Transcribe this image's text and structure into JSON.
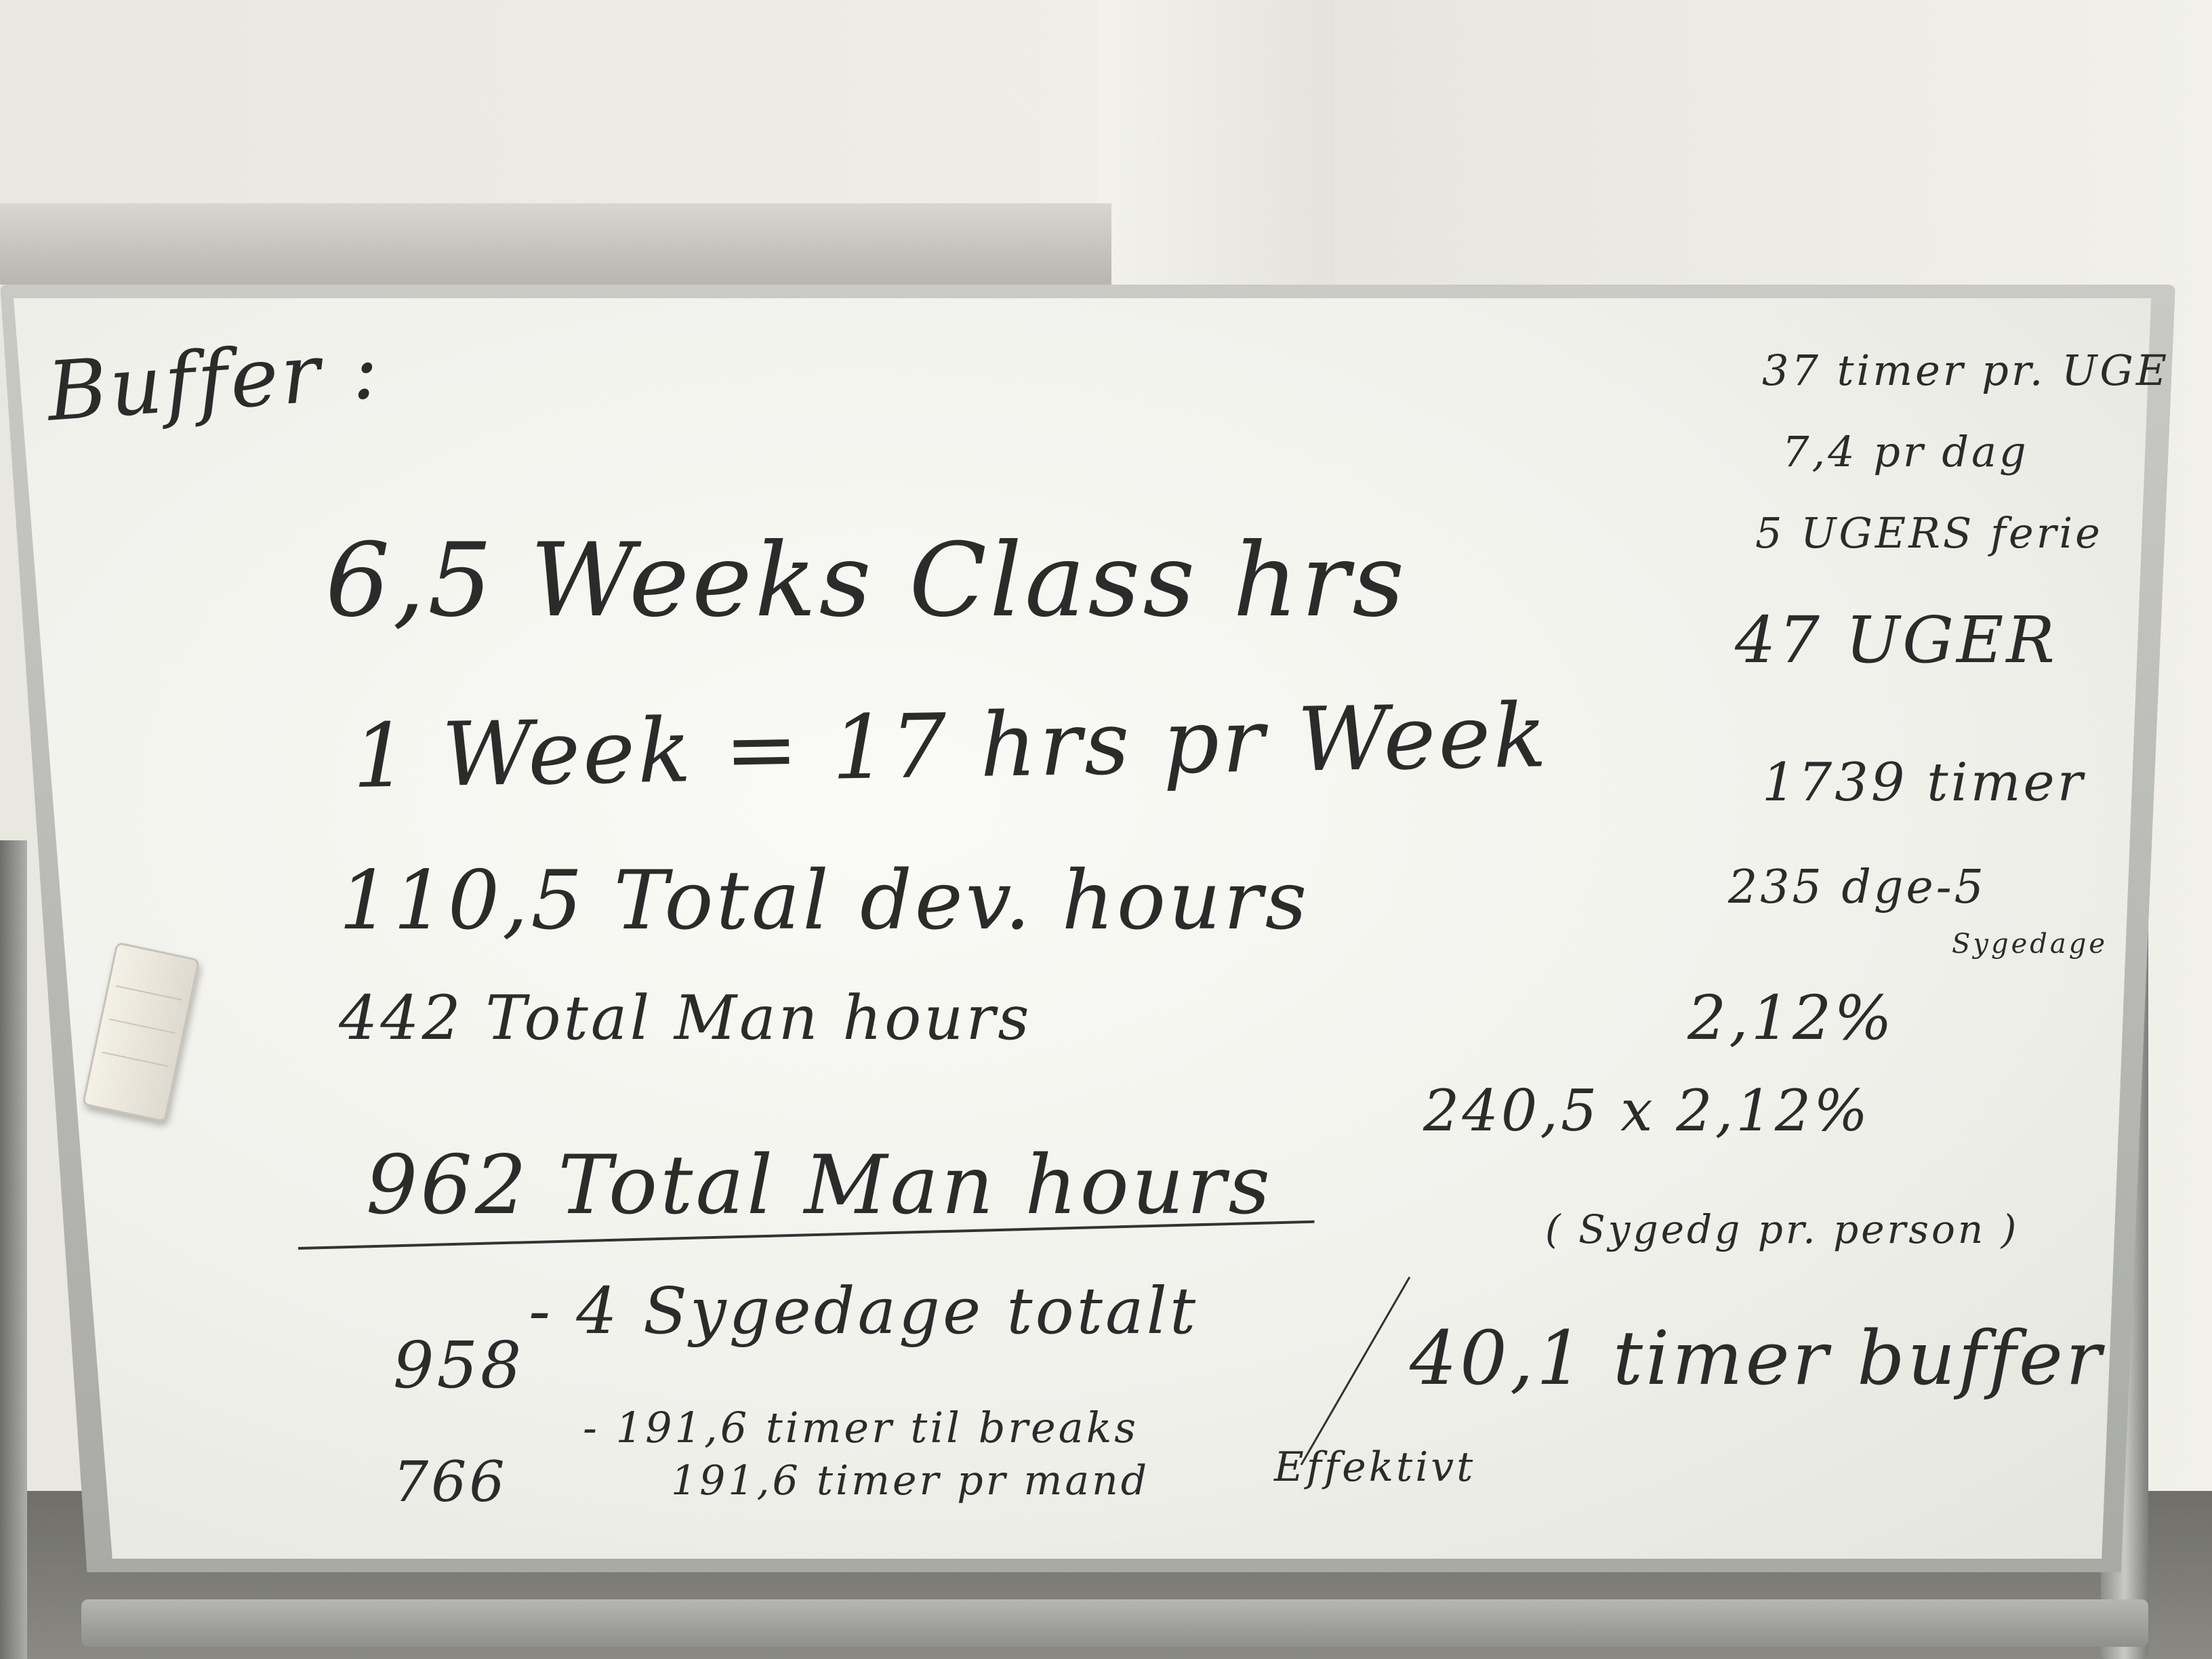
{
  "whiteboard": {
    "left_column": {
      "heading": "Buffer :",
      "line1": "6,5 Weeks Class hrs",
      "line2": "1 Week = 17 hrs pr Week",
      "line3": "110,5 Total dev. hours",
      "line4": "442 Total Man hours",
      "line5": "962 Total Man hours",
      "line6": "- 4 Sygedage totalt",
      "line7_num": "958",
      "line8": "- 191,6 timer til breaks",
      "line9_num": "766",
      "line10": "191,6 timer pr mand"
    },
    "right_column": {
      "r1": "37 timer pr. UGE",
      "r2": "7,4 pr dag",
      "r3": "5 UGERS ferie",
      "r4": "47 UGER",
      "r5": "1739 timer",
      "r6": "235 dge-5",
      "r7": "Sygedage",
      "r8": "2,12%",
      "r9": "240,5 x 2,12%",
      "r10": "( Sygedg pr. person )",
      "r11": "40,1 timer buffer",
      "r12": "Effektivt"
    }
  }
}
